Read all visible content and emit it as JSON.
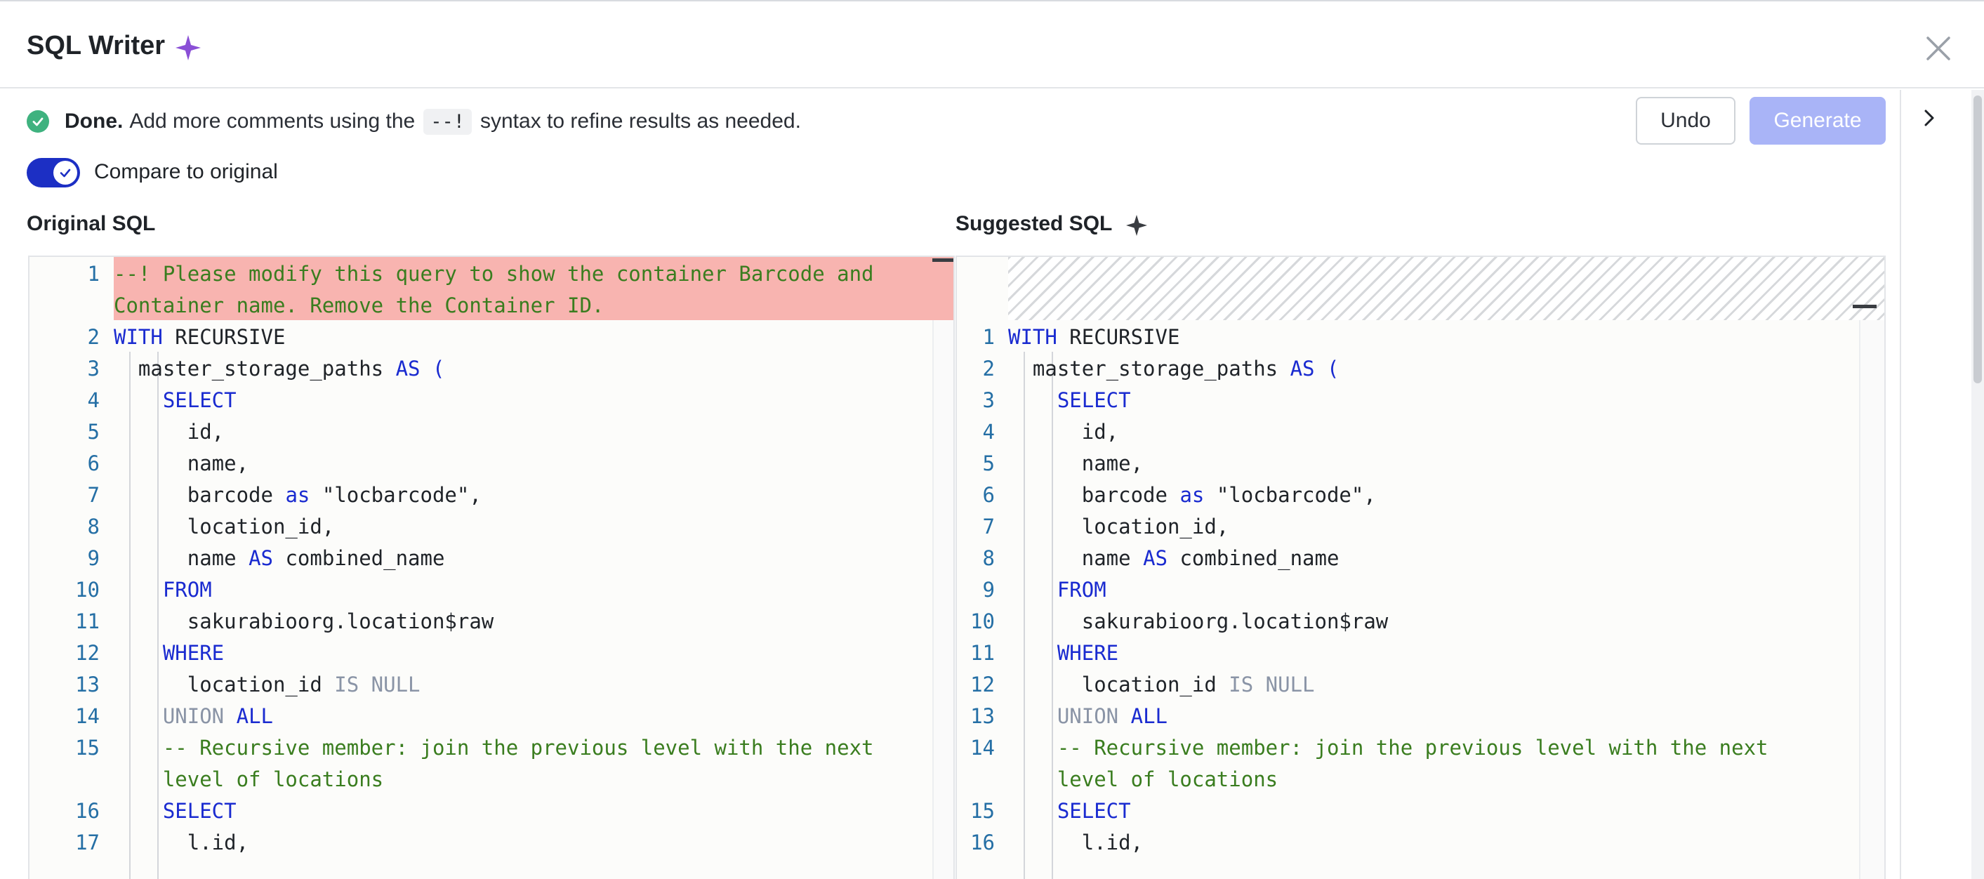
{
  "header": {
    "title": "SQL Writer"
  },
  "status": {
    "done_label": "Done.",
    "message_before": "Add more comments using the",
    "code_token": "--!",
    "message_after": "syntax to refine results as needed."
  },
  "buttons": {
    "undo": "Undo",
    "generate": "Generate"
  },
  "toggle": {
    "label": "Compare to original",
    "checked": true
  },
  "panes": {
    "original_title": "Original SQL",
    "suggested_title": "Suggested SQL"
  },
  "original_lines": [
    {
      "n": "1",
      "t": "--! Please modify this query to show the container Barcode and"
    },
    {
      "n": "",
      "t": "Container name. Remove the Container ID."
    },
    {
      "n": "2",
      "t": "WITH RECURSIVE"
    },
    {
      "n": "3",
      "t": "  master_storage_paths AS ("
    },
    {
      "n": "4",
      "t": "    SELECT"
    },
    {
      "n": "5",
      "t": "      id,"
    },
    {
      "n": "6",
      "t": "      name,"
    },
    {
      "n": "7",
      "t": "      barcode as \"locbarcode\","
    },
    {
      "n": "8",
      "t": "      location_id,"
    },
    {
      "n": "9",
      "t": "      name AS combined_name"
    },
    {
      "n": "10",
      "t": "    FROM"
    },
    {
      "n": "11",
      "t": "      sakurabioorg.location$raw"
    },
    {
      "n": "12",
      "t": "    WHERE"
    },
    {
      "n": "13",
      "t": "      location_id IS NULL"
    },
    {
      "n": "14",
      "t": "    UNION ALL"
    },
    {
      "n": "15",
      "t": "    -- Recursive member: join the previous level with the next"
    },
    {
      "n": "",
      "t": "    level of locations"
    },
    {
      "n": "16",
      "t": "    SELECT"
    },
    {
      "n": "17",
      "t": "      l.id,"
    }
  ],
  "suggested_lines": [
    {
      "n": "1",
      "t": "WITH RECURSIVE"
    },
    {
      "n": "2",
      "t": "  master_storage_paths AS ("
    },
    {
      "n": "3",
      "t": "    SELECT"
    },
    {
      "n": "4",
      "t": "      id,"
    },
    {
      "n": "5",
      "t": "      name,"
    },
    {
      "n": "6",
      "t": "      barcode as \"locbarcode\","
    },
    {
      "n": "7",
      "t": "      location_id,"
    },
    {
      "n": "8",
      "t": "      name AS combined_name"
    },
    {
      "n": "9",
      "t": "    FROM"
    },
    {
      "n": "10",
      "t": "      sakurabioorg.location$raw"
    },
    {
      "n": "11",
      "t": "    WHERE"
    },
    {
      "n": "12",
      "t": "      location_id IS NULL"
    },
    {
      "n": "13",
      "t": "    UNION ALL"
    },
    {
      "n": "14",
      "t": "    -- Recursive member: join the previous level with the next"
    },
    {
      "n": "",
      "t": "    level of locations"
    },
    {
      "n": "15",
      "t": "    SELECT"
    },
    {
      "n": "16",
      "t": "      l.id,"
    }
  ],
  "colors": {
    "accent": "#1c2fc4",
    "generate_disabled": "#a9b4f7",
    "removed_line": "#f8b4b0",
    "success": "#3fb27f",
    "sparkle": "#8a4fd6"
  },
  "icons": [
    "sparkle-icon",
    "close-icon",
    "check-circle-icon",
    "chevron-right-icon"
  ]
}
